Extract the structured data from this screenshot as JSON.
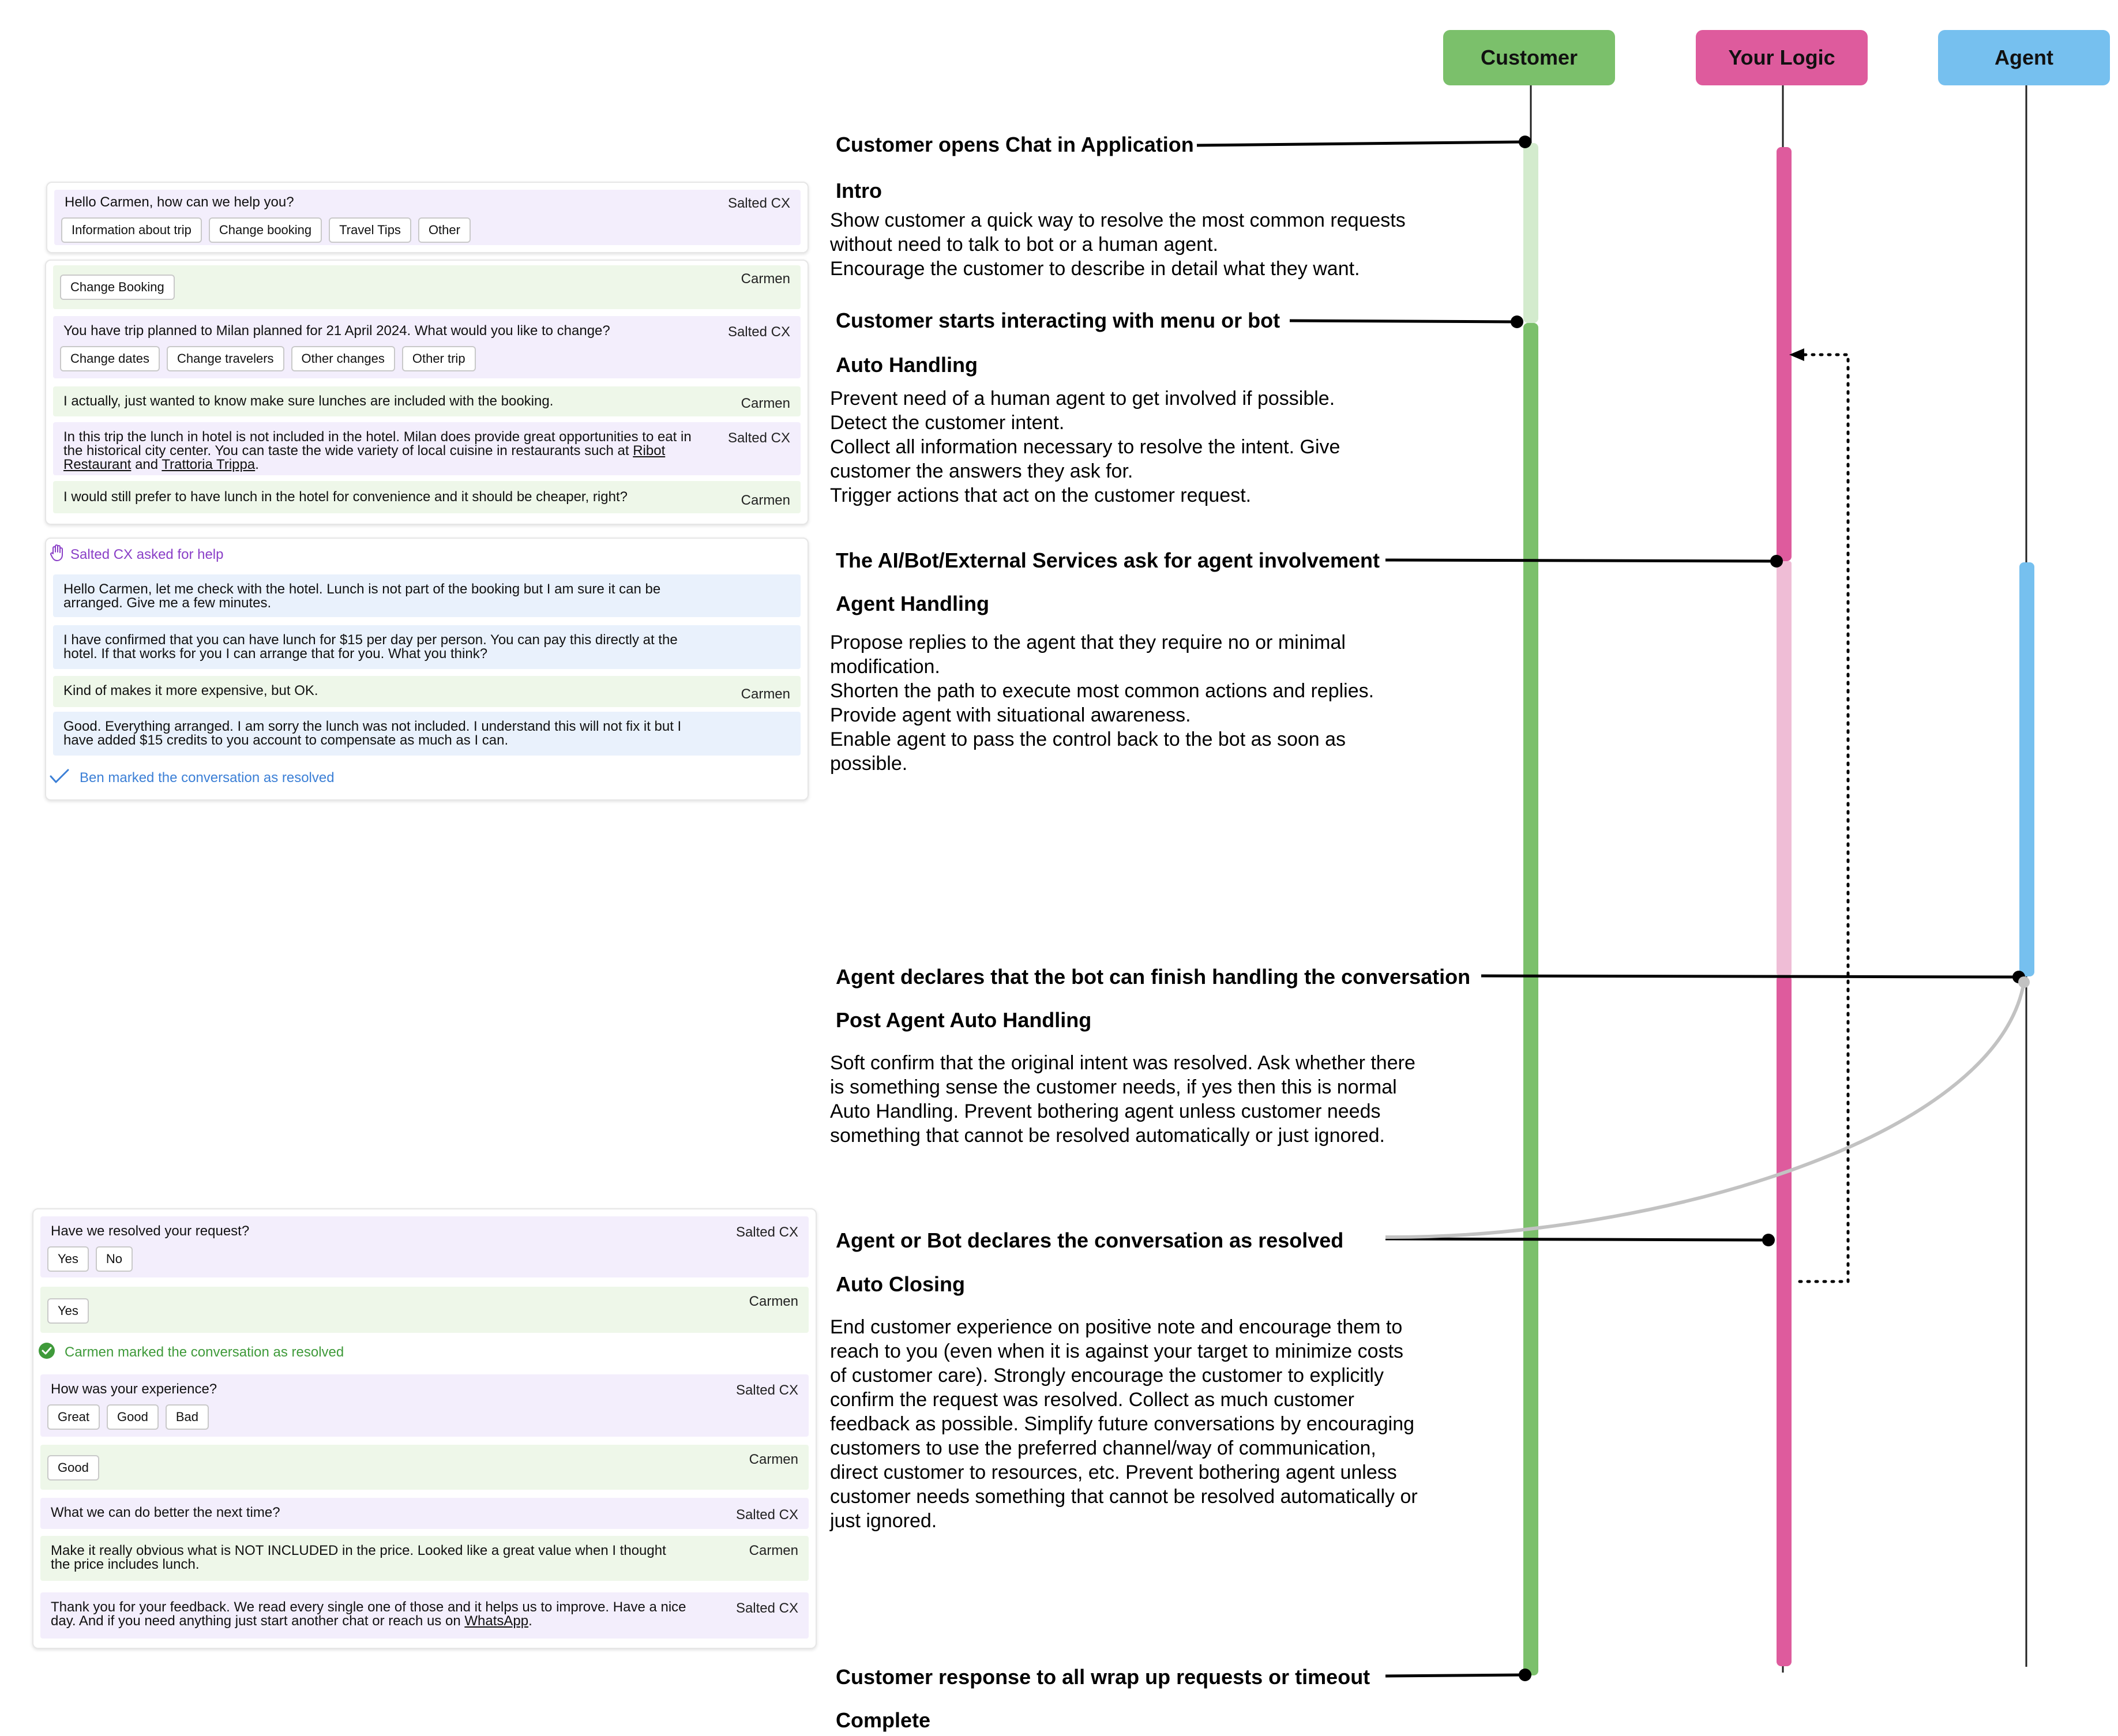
{
  "colors": {
    "customer": "#7bc06b",
    "customer_light": "#d3ebcd",
    "logic": "#de5b9d",
    "logic_light": "#efbdd6",
    "agent": "#76c0ef",
    "bot_msg": "#f3eefc",
    "customer_msg": "#eef7e9",
    "agent_msg": "#e9f1fc",
    "help_purple": "#8a3fc7",
    "resolved_blue": "#3b7fd6",
    "resolved_green": "#3f9a3a"
  },
  "lanes": [
    {
      "label": "Customer"
    },
    {
      "label": "Your Logic"
    },
    {
      "label": "Agent"
    }
  ],
  "steps": [
    {
      "title": "Customer opens Chat in Application",
      "section": "Intro",
      "description": [
        "Show customer a quick way to resolve the most common requests without need to talk to bot or a human agent.",
        "Encourage the customer to describe in detail what they want."
      ]
    },
    {
      "title": "Customer starts interacting with menu or bot",
      "section": "Auto Handling",
      "description": [
        "Prevent need of a human agent to get involved if possible.",
        "Detect the customer intent.",
        "Collect all information necessary to resolve the intent. Give customer the answers they ask for.",
        "Trigger actions that act on the customer request."
      ]
    },
    {
      "title": "The AI/Bot/External Services ask for agent involvement",
      "section": "Agent Handling",
      "description": [
        "Propose replies to the agent that they require no or minimal modification.",
        "Shorten the path to execute most common actions and replies.",
        "Provide agent with situational awareness.",
        "Enable agent to pass the control back to the bot as soon as possible."
      ]
    },
    {
      "title": "Agent declares that the bot can finish handling the conversation",
      "section": "Post Agent Auto Handling",
      "description": [
        "Soft confirm that the original intent was resolved. Ask whether there is something sense the customer needs, if yes then this is normal Auto Handling. Prevent bothering agent unless customer needs something that cannot be resolved automatically or just ignored."
      ]
    },
    {
      "title": "Agent or Bot declares the conversation as resolved",
      "section": "Auto Closing",
      "description": [
        "End customer experience on positive note and encourage them to reach to you (even when it is against your target to minimize costs of customer care). Strongly encourage the customer to explicitly confirm the request was resolved. Collect as much customer feedback as possible. Simplify future conversations by encouraging customers to use the preferred channel/way of communication, direct customer to resources, etc. Prevent bothering agent unless customer needs something that cannot be resolved automatically or just ignored."
      ]
    },
    {
      "title": "Customer response to all wrap up requests or timeout",
      "section": "Complete",
      "description": []
    }
  ],
  "chat1": {
    "greeting": {
      "text": "Hello Carmen, how can we help you?",
      "sender": "Salted CX",
      "buttons": [
        "Information about trip",
        "Change booking",
        "Travel Tips",
        "Other"
      ]
    }
  },
  "chat2": {
    "m1": {
      "sender": "Carmen",
      "buttons": [
        "Change Booking"
      ]
    },
    "m2": {
      "text": "You have trip planned to Milan planned for 21 April 2024. What would you like to change?",
      "sender": "Salted CX",
      "buttons": [
        "Change dates",
        "Change travelers",
        "Other changes",
        "Other trip"
      ]
    },
    "m3": {
      "text": "I actually, just wanted to know make sure lunches are included with the booking.",
      "sender": "Carmen"
    },
    "m4": {
      "text_a": "In this trip the lunch in hotel is not included in the hotel. Milan does provide great opportunities to eat in the historical city center. You can taste the wide variety of local cuisine in restaurants such at ",
      "link1": "Ribot Restaurant",
      "and": " and ",
      "link2": "Trattoria Trippa",
      "end": ".",
      "sender": "Salted CX"
    },
    "m5": {
      "text": "I would still prefer to have lunch in the hotel for convenience and it should be cheaper, right?",
      "sender": "Carmen"
    }
  },
  "chat3": {
    "help": "Salted CX asked for help",
    "a1": "Hello Carmen, let me check with the hotel. Lunch is not part of the booking but I am sure it can be arranged. Give me a few minutes.",
    "a2": "I have confirmed that you can have lunch for $15 per day per person. You can pay this directly at the hotel. If that works for you I can arrange that for you. What you think?",
    "c1": {
      "text": "Kind of makes it more expensive, but OK.",
      "sender": "Carmen"
    },
    "a3": "Good. Everything arranged. I am sorry the lunch was not included. I understand this will not fix it but I have added $15 credits to you account to compensate as much as I can.",
    "resolved": "Ben marked the conversation as resolved"
  },
  "chat4": {
    "q1": {
      "text": "Have we resolved your request?",
      "sender": "Salted CX",
      "buttons": [
        "Yes",
        "No"
      ]
    },
    "r1": {
      "sender": "Carmen",
      "buttons": [
        "Yes"
      ]
    },
    "resolved": "Carmen marked the conversation as resolved",
    "q2": {
      "text": "How was your experience?",
      "sender": "Salted CX",
      "buttons": [
        "Great",
        "Good",
        "Bad"
      ]
    },
    "r2": {
      "sender": "Carmen",
      "buttons": [
        "Good"
      ]
    },
    "q3": {
      "text": "What we can do better the next time?",
      "sender": "Salted CX"
    },
    "r3": {
      "text": "Make it really obvious what is NOT INCLUDED in the price. Looked like a great value when I thought the price includes lunch.",
      "sender": "Carmen"
    },
    "q4": {
      "text_a": "Thank you for your feedback. We read every single one of those and it helps us to improve. Have a nice day. And if you need anything just start another chat or reach us on ",
      "link": "WhatsApp",
      "end": ".",
      "sender": "Salted CX"
    }
  }
}
